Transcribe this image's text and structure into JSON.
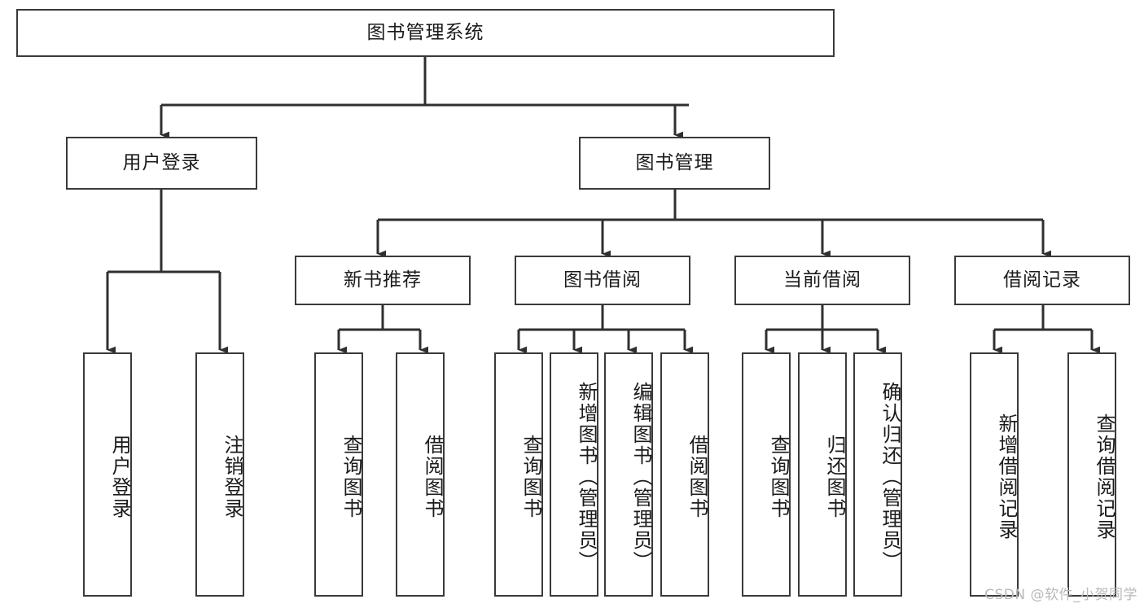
{
  "diagram": {
    "type": "tree",
    "title": "图书管理系统",
    "orientation": "top-down",
    "colors": {
      "box_border": "#3a3a3a",
      "box_fill": "#ffffff",
      "edge": "#2f2f2f",
      "text": "#1b1b1b",
      "watermark": "#b9b9b9",
      "background": "#ffffff"
    },
    "root": {
      "id": "root",
      "label": "图书管理系统"
    },
    "level2": [
      {
        "id": "user-login",
        "label": "用户登录"
      },
      {
        "id": "book-manage",
        "label": "图书管理"
      }
    ],
    "level3": [
      {
        "id": "new-book-recommend",
        "label": "新书推荐",
        "parent": "book-manage"
      },
      {
        "id": "book-borrow",
        "label": "图书借阅",
        "parent": "book-manage"
      },
      {
        "id": "current-borrow",
        "label": "当前借阅",
        "parent": "book-manage"
      },
      {
        "id": "borrow-record",
        "label": "借阅记录",
        "parent": "book-manage"
      }
    ],
    "leaves": [
      {
        "id": "leaf-user-login",
        "label": "用户登录",
        "parent": "user-login"
      },
      {
        "id": "leaf-user-logout",
        "label": "注销登录",
        "parent": "user-login"
      },
      {
        "id": "leaf-query-book-1",
        "label": "查询图书",
        "parent": "new-book-recommend"
      },
      {
        "id": "leaf-borrow-book-1",
        "label": "借阅图书",
        "parent": "new-book-recommend"
      },
      {
        "id": "leaf-query-book-2",
        "label": "查询图书",
        "parent": "book-borrow"
      },
      {
        "id": "leaf-add-book",
        "label": "新增图书（管理员）",
        "parent": "book-borrow"
      },
      {
        "id": "leaf-edit-book",
        "label": "编辑图书（管理员）",
        "parent": "book-borrow"
      },
      {
        "id": "leaf-borrow-book-2",
        "label": "借阅图书",
        "parent": "book-borrow"
      },
      {
        "id": "leaf-query-book-3",
        "label": "查询图书",
        "parent": "current-borrow"
      },
      {
        "id": "leaf-return-book",
        "label": "归还图书",
        "parent": "current-borrow"
      },
      {
        "id": "leaf-confirm-return",
        "label": "确认归还（管理员）",
        "parent": "current-borrow"
      },
      {
        "id": "leaf-add-record",
        "label": "新增借阅记录",
        "parent": "borrow-record"
      },
      {
        "id": "leaf-query-record",
        "label": "查询借阅记录",
        "parent": "borrow-record"
      }
    ],
    "watermark": "CSDN @软件_小贺同学"
  }
}
